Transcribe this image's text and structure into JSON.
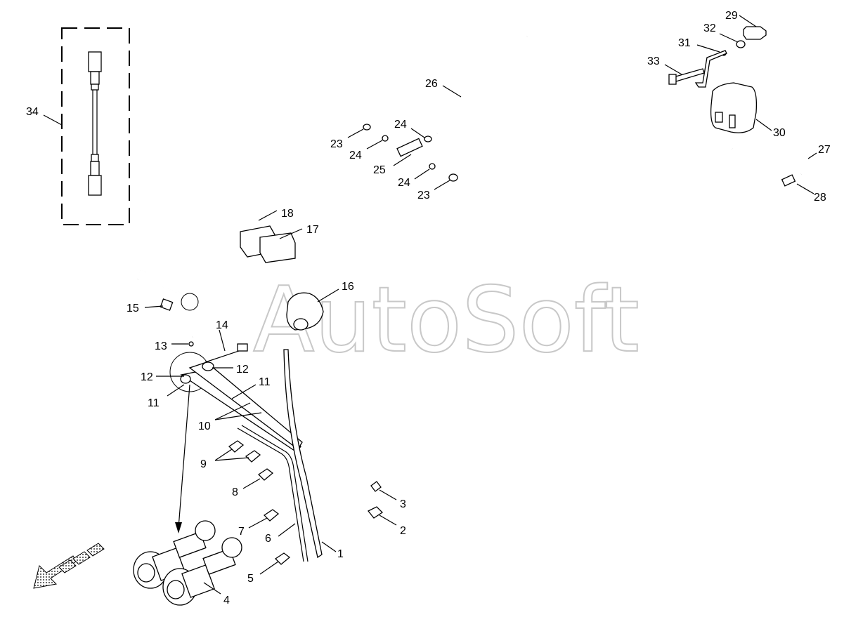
{
  "watermark": "AutoSoft",
  "callouts": [
    "1",
    "2",
    "3",
    "4",
    "5",
    "6",
    "7",
    "8",
    "9",
    "10",
    "11",
    "11",
    "12",
    "12",
    "13",
    "14",
    "15",
    "16",
    "17",
    "18",
    "23",
    "23",
    "24",
    "24",
    "24",
    "25",
    "26",
    "27",
    "28",
    "29",
    "30",
    "31",
    "32",
    "33",
    "34"
  ],
  "colors": {
    "line": "#000000",
    "watermark": "#c8c8c8",
    "arrow_fill": "#cfcfcf"
  }
}
